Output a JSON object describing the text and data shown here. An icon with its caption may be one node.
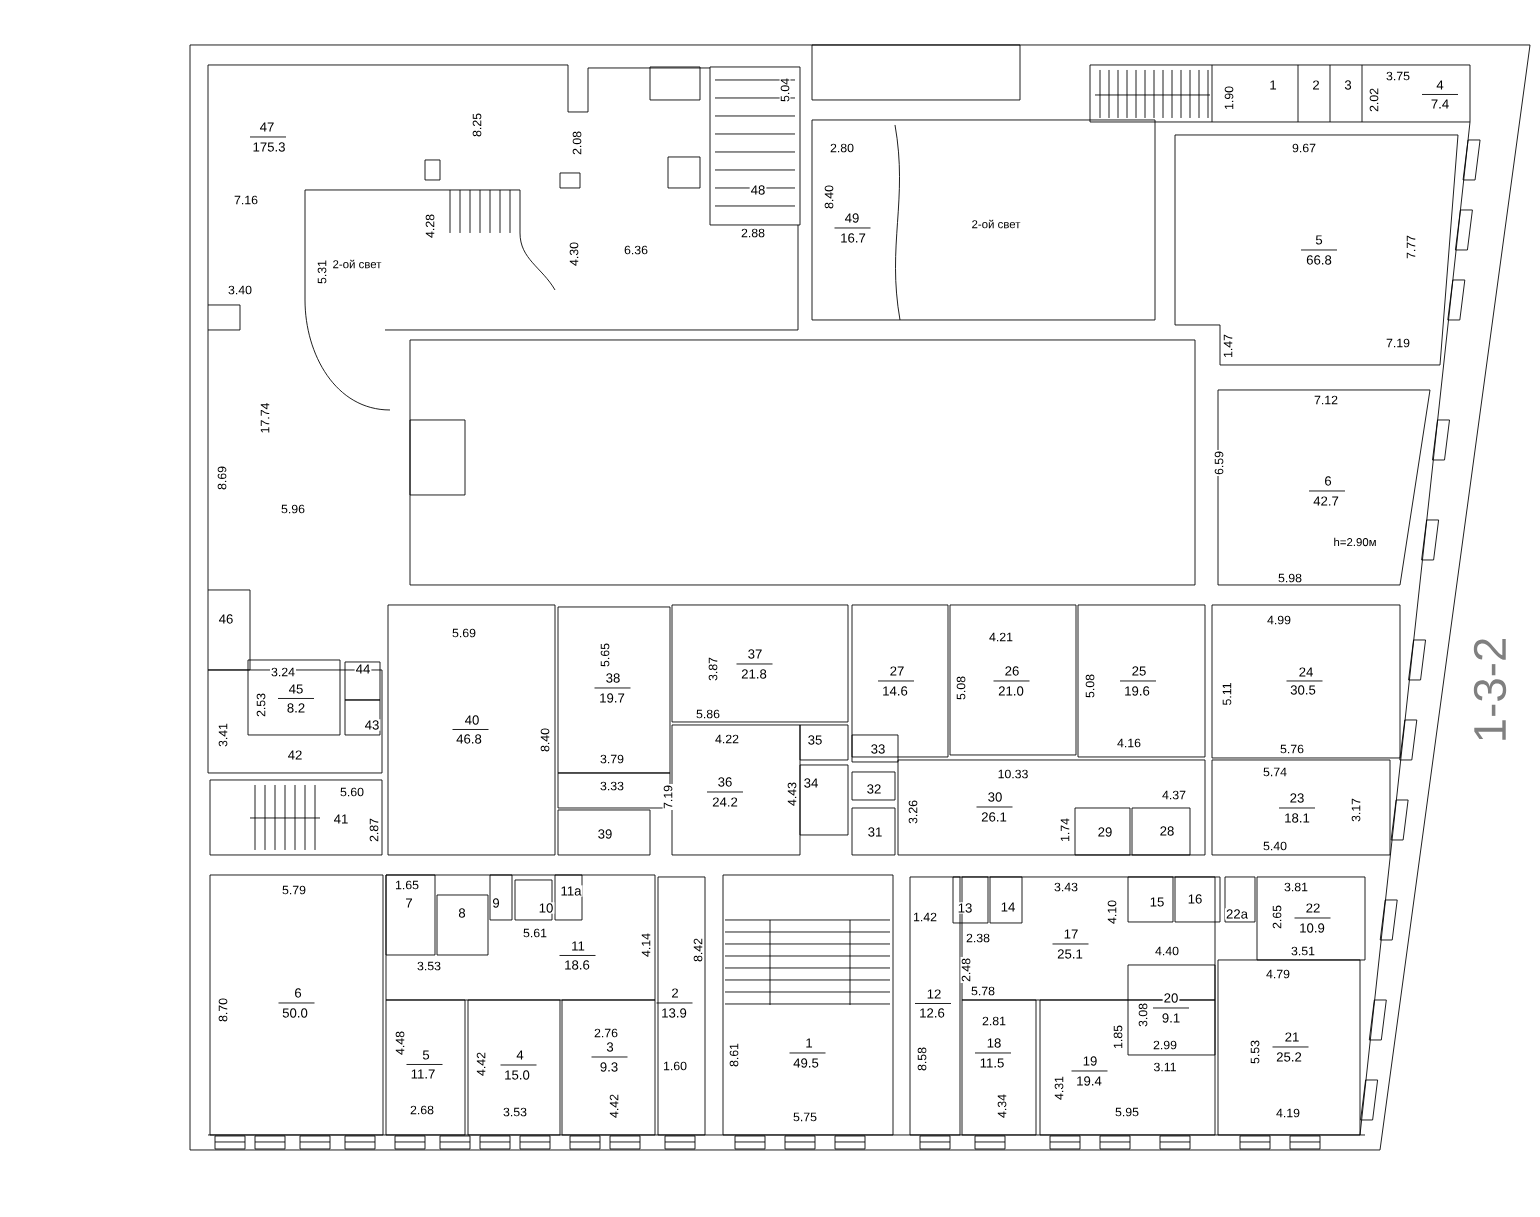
{
  "diagram": {
    "labels": [
      "47",
      "175.3",
      "8.25",
      "2.08",
      "5.04",
      "7.16",
      "4.28",
      "2-ой свет",
      "5.31",
      "4.30",
      "6.36",
      "48",
      "2.88",
      "3.40",
      "17.74",
      "8.69",
      "5.96",
      "2.80",
      "8.40",
      "49",
      "16.7",
      "2-ой свет",
      "1.90",
      "1",
      "2",
      "3",
      "2.02",
      "3.75",
      "4",
      "7.4",
      "9.67",
      "5",
      "66.8",
      "7.77",
      "1.47",
      "7.19",
      "7.12",
      "6.59",
      "6",
      "42.7",
      "h=2.90м",
      "5.98",
      "46",
      "3.24",
      "44",
      "45",
      "8.2",
      "2.53",
      "43",
      "3.41",
      "42",
      "5.69",
      "40",
      "46.8",
      "8.40",
      "5.65",
      "38",
      "19.7",
      "3.79",
      "3.33",
      "7.19",
      "39",
      "5.60",
      "41",
      "2.87",
      "3.87",
      "37",
      "21.8",
      "5.86",
      "4.22",
      "35",
      "33",
      "36",
      "24.2",
      "4.43",
      "34",
      "32",
      "31",
      "3.26",
      "27",
      "14.6",
      "4.21",
      "5.08",
      "26",
      "21.0",
      "5.08",
      "25",
      "19.6",
      "4.16",
      "10.33",
      "30",
      "26.1",
      "4.37",
      "1.74",
      "29",
      "28",
      "4.99",
      "5.11",
      "24",
      "30.5",
      "5.76",
      "5.74",
      "23",
      "18.1",
      "3.17",
      "5.40",
      "5.79",
      "1.65",
      "7",
      "8",
      "9",
      "10",
      "11а",
      "5.61",
      "3.53",
      "11",
      "18.6",
      "4.14",
      "6",
      "50.0",
      "8.70",
      "4.48",
      "5",
      "11.7",
      "4.42",
      "4",
      "15.0",
      "2.76",
      "3",
      "9.3",
      "4.42",
      "2.68",
      "3.53",
      "2",
      "13.9",
      "1.60",
      "8.42",
      "8.61",
      "1",
      "49.5",
      "5.75",
      "1.42",
      "13",
      "14",
      "3.43",
      "4.10",
      "15",
      "16",
      "2.38",
      "17",
      "25.1",
      "4.40",
      "2.48",
      "12",
      "5.78",
      "12.6",
      "8.58",
      "20",
      "9.1",
      "3.08",
      "2.81",
      "18",
      "11.5",
      "1.85",
      "2.99",
      "3.11",
      "19",
      "19.4",
      "4.31",
      "4.34",
      "5.95",
      "3.81",
      "22а",
      "2.65",
      "22",
      "10.9",
      "3.51",
      "4.79",
      "21",
      "25.2",
      "5.53",
      "4.19",
      "1-3-2"
    ]
  }
}
